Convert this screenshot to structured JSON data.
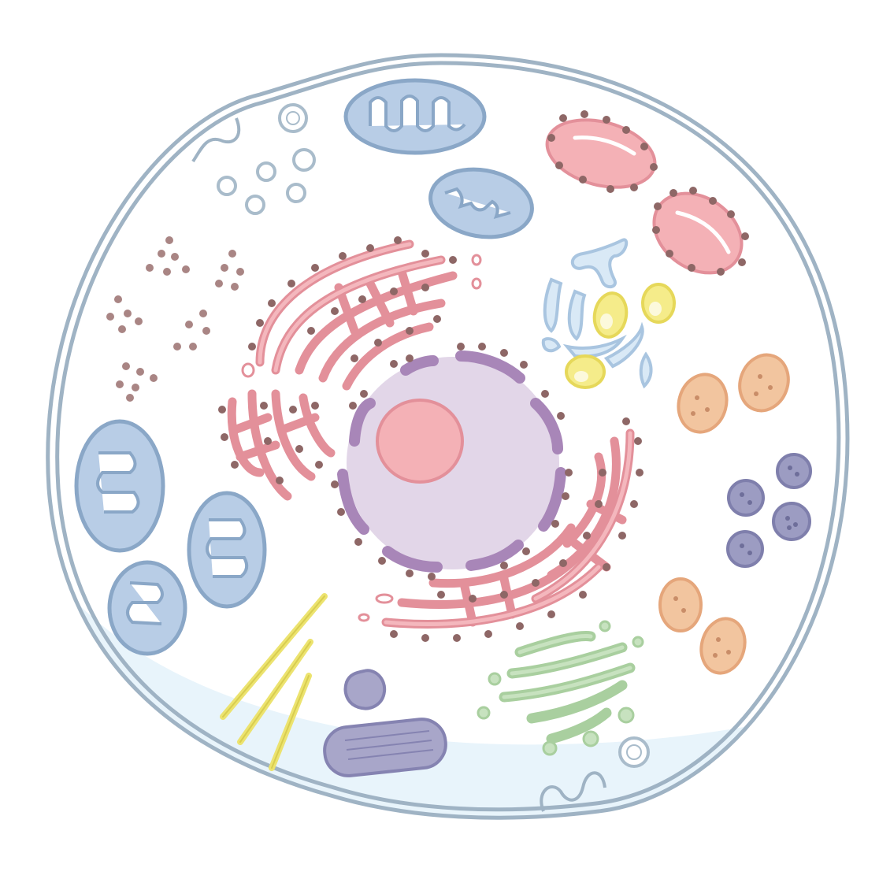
{
  "diagram": {
    "subject": "animal cell",
    "organelles": [
      {
        "name": "cell-membrane"
      },
      {
        "name": "nucleus"
      },
      {
        "name": "nucleolus"
      },
      {
        "name": "nuclear-envelope"
      },
      {
        "name": "rough-endoplasmic-reticulum"
      },
      {
        "name": "mitochondrion",
        "count": 5
      },
      {
        "name": "lysosome",
        "count": 2
      },
      {
        "name": "golgi-apparatus"
      },
      {
        "name": "peroxisome",
        "count": 4
      },
      {
        "name": "centrosome"
      },
      {
        "name": "microtubule",
        "count": 3
      },
      {
        "name": "free-ribosomes"
      },
      {
        "name": "vacuole"
      },
      {
        "name": "vesicle"
      }
    ]
  },
  "colors": {
    "membrane": "#9fb3c4",
    "cytoplasm_shade": "#e8f4fb",
    "nucleus": "#e2d6e8",
    "nuclear_envelope": "#a886b8",
    "nucleolus": "#f4b1b6",
    "er": "#e3909a",
    "ribosome": "#8e6766",
    "mitochondrion": "#b8cde6",
    "lysosome": "#f4b1b6",
    "golgi": "#a9cf9f",
    "yellow_vesicle": "#f5ec8a",
    "orange_granule": "#f2c59f",
    "purple_granule": "#9c9cc2",
    "microtubule": "#ece36f",
    "centriole": "#a8a6c9"
  }
}
